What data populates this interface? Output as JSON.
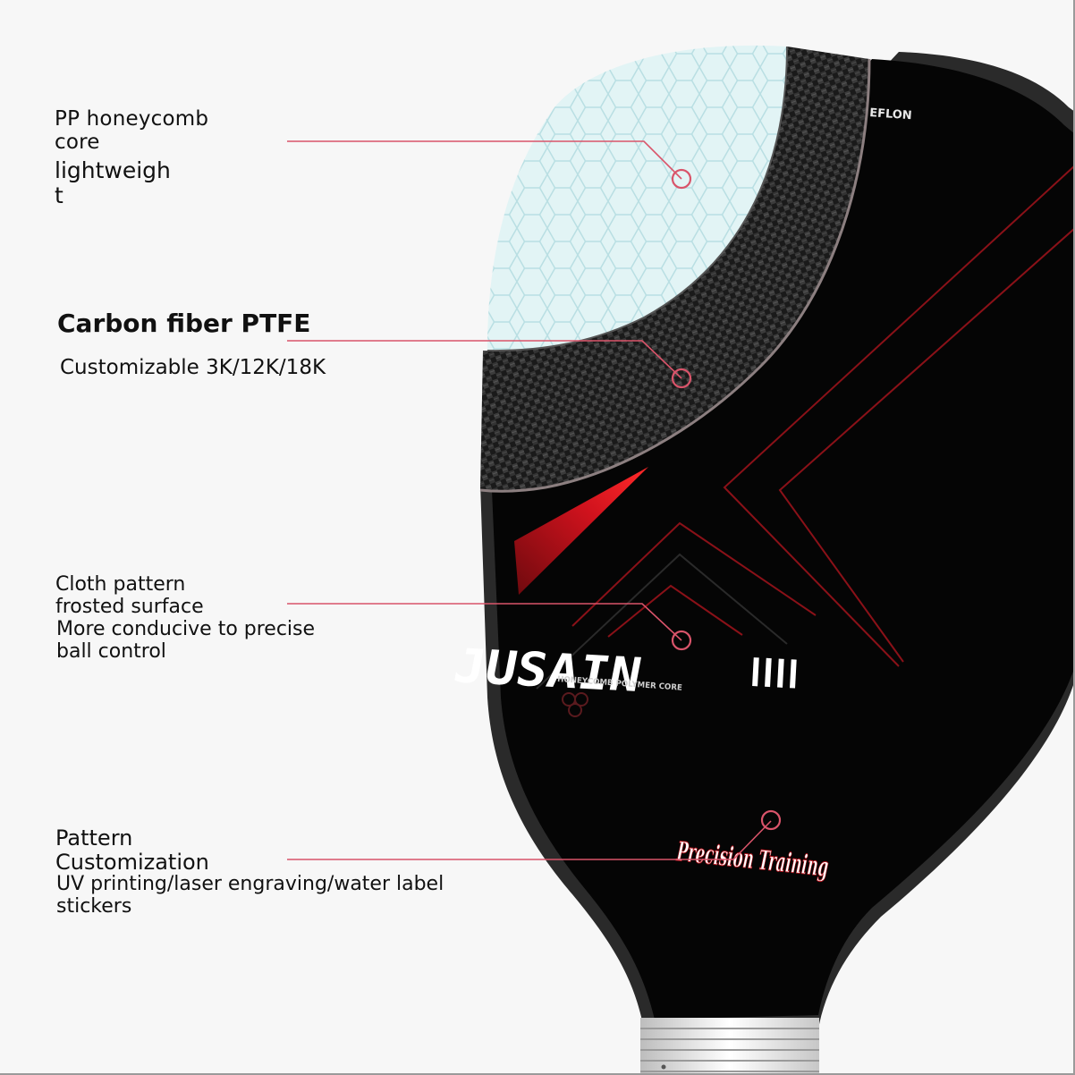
{
  "callouts": {
    "core": {
      "title_line1": "PP honeycomb",
      "title_line2": "core",
      "sub_line1": "lightweigh",
      "sub_line2": "t"
    },
    "surface": {
      "title": "Carbon fiber PTFE",
      "sub": "Customizable 3K/12K/18K"
    },
    "texture": {
      "title_line1": "Cloth pattern",
      "title_line2": "frosted surface",
      "sub_line1": "More conducive to precise",
      "sub_line2": "ball control"
    },
    "pattern": {
      "title_line1": "Pattern",
      "title_line2": "Customization",
      "sub_line1": "UV printing/laser engraving/water label",
      "sub_line2": "stickers"
    }
  },
  "paddle": {
    "edge_mark": "EFLON",
    "brand": "JUSAIN",
    "brand_tagline": "HONEYCOMB POLYMER CORE",
    "slogan": "Precision Training"
  },
  "colors": {
    "accent_line": "#d9546a",
    "paddle_body": "#050505",
    "core_fill": "#dff1f3",
    "red_stripe": "#c8121b"
  }
}
